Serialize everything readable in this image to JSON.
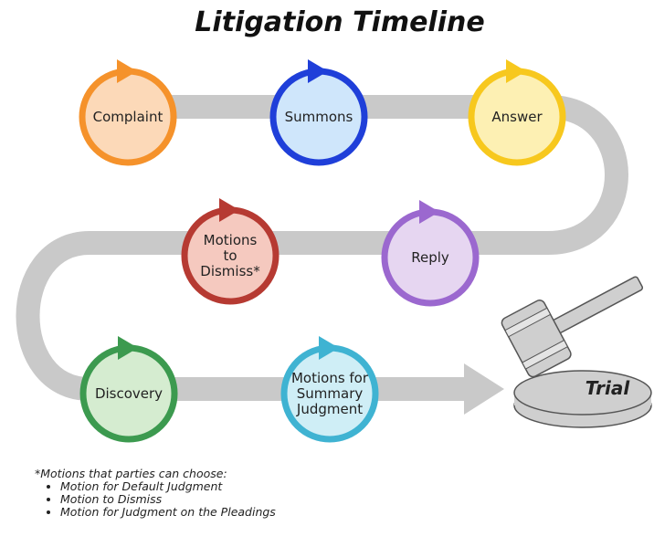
{
  "title": "Litigation Timeline",
  "steps": [
    {
      "lines": [
        "Complaint"
      ],
      "fill": "#fcd9b8",
      "stroke": "#f5922b"
    },
    {
      "lines": [
        "Summons"
      ],
      "fill": "#cfe6fb",
      "stroke": "#1f3fd9"
    },
    {
      "lines": [
        "Answer"
      ],
      "fill": "#fdf0b3",
      "stroke": "#f7c81e"
    },
    {
      "lines": [
        "Reply"
      ],
      "fill": "#e6d6f1",
      "stroke": "#9b68cf"
    },
    {
      "lines": [
        "Motions",
        "to",
        "Dismiss*"
      ],
      "fill": "#f5c9bf",
      "stroke": "#b63a32"
    },
    {
      "lines": [
        "Discovery"
      ],
      "fill": "#d5ecd0",
      "stroke": "#3c9a4f"
    },
    {
      "lines": [
        "Motions for",
        "Summary",
        "Judgment"
      ],
      "fill": "#cfeef6",
      "stroke": "#3fb3d2"
    }
  ],
  "trial": {
    "label": "Trial"
  },
  "colors": {
    "path": "#c9c9c9",
    "gavel": "#cfcfcf",
    "gavel_outline": "#555555"
  },
  "footnote": {
    "heading": "*Motions that parties can choose:",
    "items": [
      "Motion for Default Judgment",
      "Motion to Dismiss",
      "Motion for Judgment on the Pleadings"
    ]
  }
}
